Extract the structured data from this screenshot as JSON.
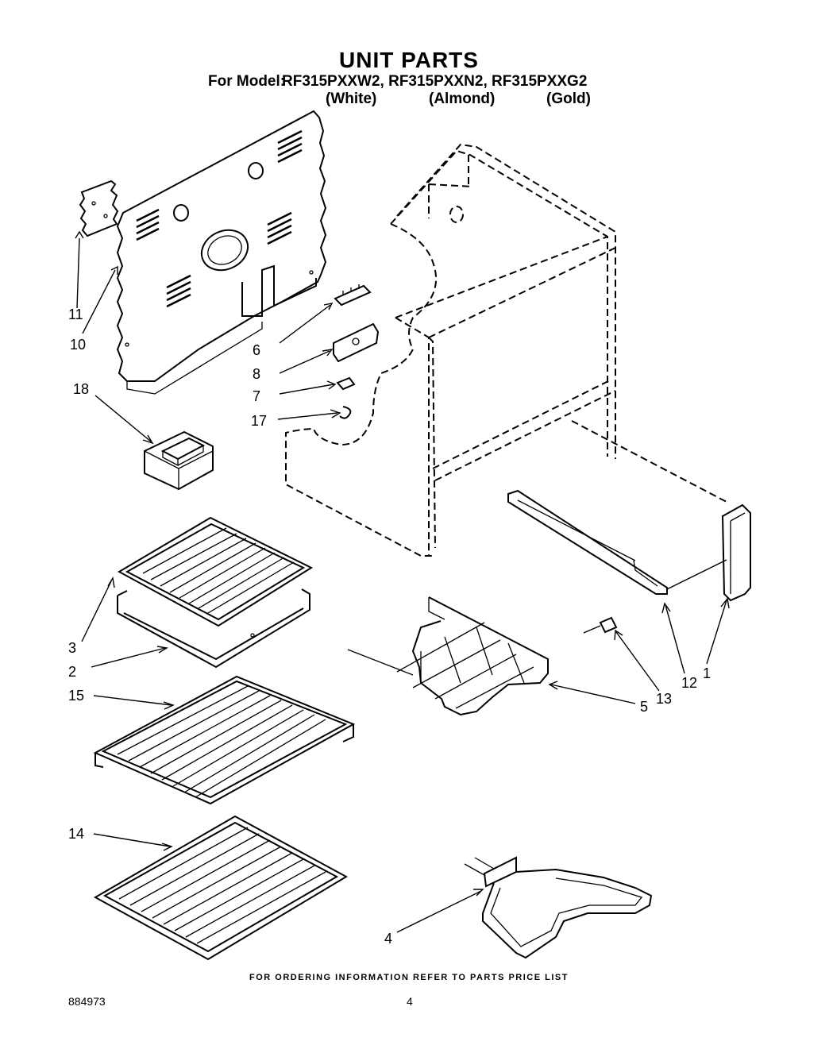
{
  "header": {
    "title": "UNIT PARTS",
    "model_label": "For Model:",
    "models": "RF315PXXW2, RF315PXXN2, RF315PXXG2",
    "colors": [
      "(White)",
      "(Almond)",
      "(Gold)"
    ]
  },
  "callouts": {
    "p11": "11",
    "p10": "10",
    "p6": "6",
    "p8": "8",
    "p7": "7",
    "p17": "17",
    "p18": "18",
    "p3": "3",
    "p2": "2",
    "p15": "15",
    "p14": "14",
    "p4": "4",
    "p5": "5",
    "p13": "13",
    "p12": "12",
    "p1": "1"
  },
  "footer": {
    "ordering_note": "FOR ORDERING INFORMATION REFER TO PARTS PRICE LIST",
    "document_number": "884973",
    "page_number": "4"
  }
}
